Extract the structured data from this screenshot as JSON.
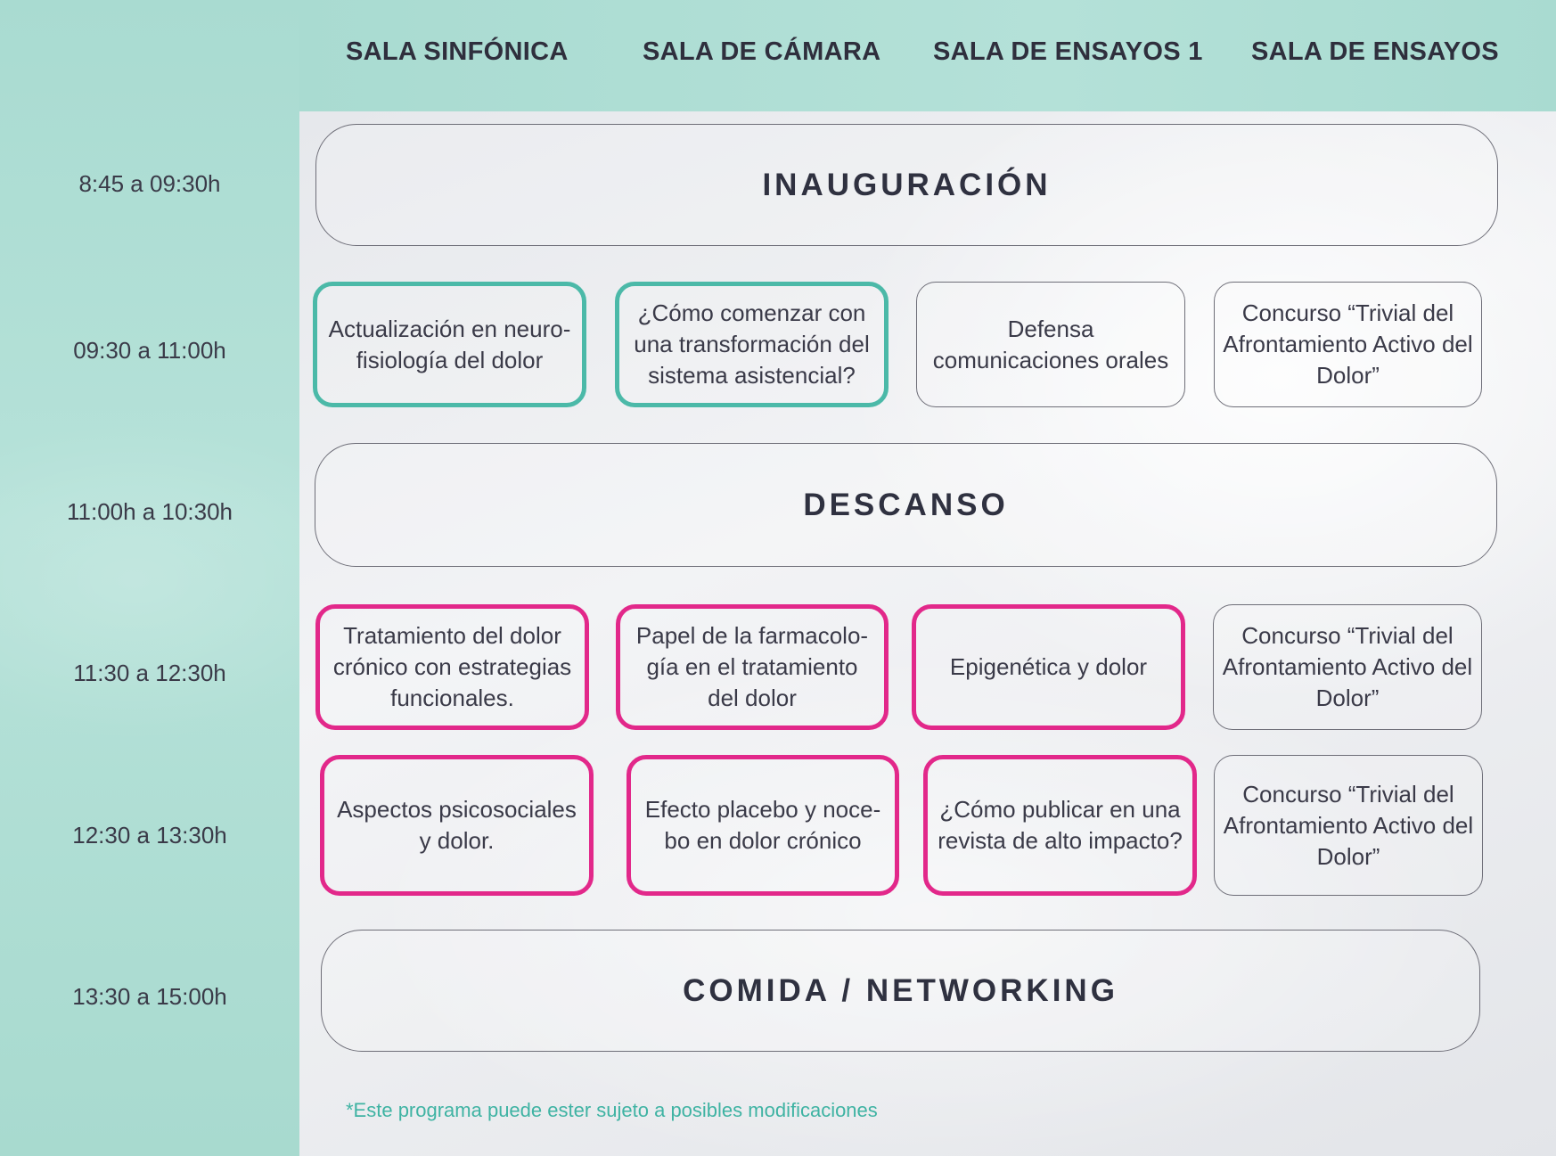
{
  "columns": [
    "SALA SINFÓNICA",
    "SALA DE CÁMARA",
    "SALA DE ENSAYOS 1",
    "SALA DE ENSAYOS"
  ],
  "times": [
    "8:45 a 09:30h",
    "09:30 a 11:00h",
    "11:00h a 10:30h",
    "11:30 a 12:30h",
    "12:30 a 13:30h",
    "13:30 a 15:00h"
  ],
  "plenary": {
    "inauguracion": "INAUGURACIÓN",
    "descanso": "DESCANSO",
    "comida": "COMIDA / NETWORKING"
  },
  "row2": [
    "Actualización en neuro-\nfisiología del dolor",
    "¿Cómo comenzar con\nuna transformación del\nsistema asistencial?",
    "Defensa\ncomunicaciones orales",
    "Concurso “Trivial del\nAfrontamiento Activo del\nDolor”"
  ],
  "row4": [
    "Tratamiento del dolor\ncrónico con estrategias\nfuncionales.",
    "Papel de la farmacolo-\ngía en el tratamiento\ndel dolor",
    "Epigenética y dolor",
    "Concurso “Trivial del\nAfrontamiento Activo del\nDolor”"
  ],
  "row5": [
    "Aspectos psicosociales\ny dolor.",
    "Efecto placebo y noce-\nbo en dolor crónico",
    "¿Cómo publicar en una\nrevista de alto impacto?",
    "Concurso “Trivial del\nAfrontamiento Activo del\nDolor”"
  ],
  "footnote": "*Este programa puede ester sujeto a posibles modificaciones",
  "colors": {
    "teal_border": "#4bb9a8",
    "pink_border": "#e2288a",
    "mint_bg": "#a9dbd1"
  }
}
